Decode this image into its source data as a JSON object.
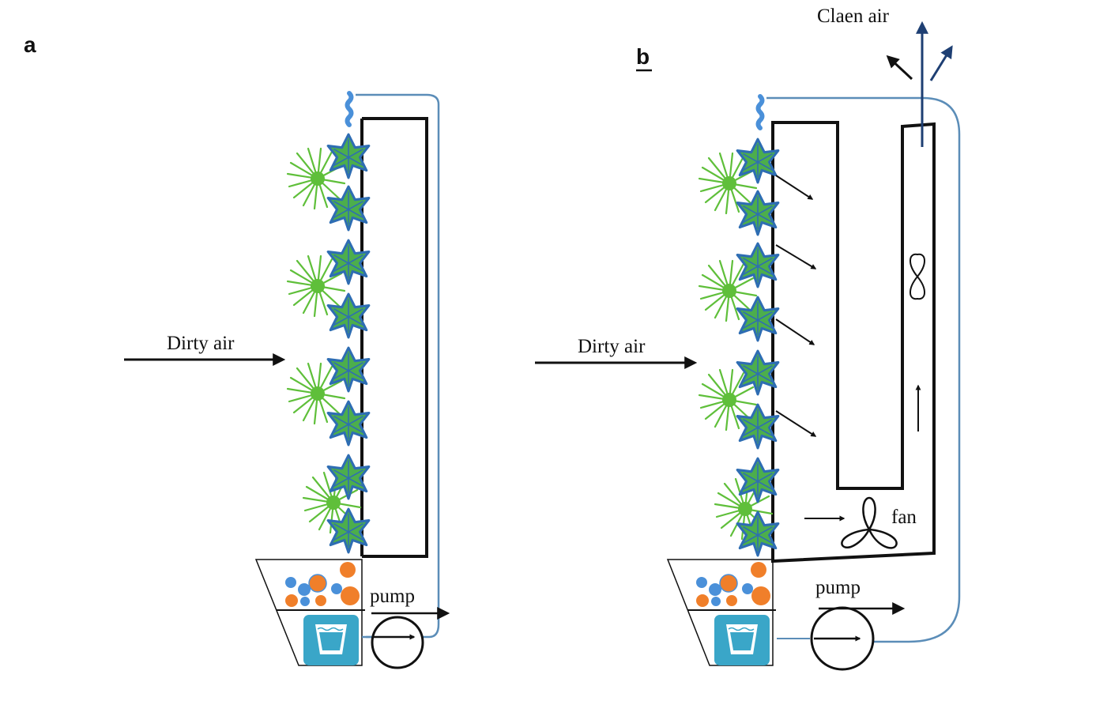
{
  "panels": {
    "a": {
      "letter": "a",
      "inlet_label": "Dirty air",
      "pump_label": "pump"
    },
    "b": {
      "letter": "b",
      "inlet_label": "Dirty air",
      "outlet_label": "Claen air",
      "fan_label": "fan",
      "pump_label": "pump"
    }
  },
  "icons": [
    "leaf-icon",
    "grass-icon",
    "water-drop-icon",
    "water-tank-icon",
    "pump-icon",
    "fan-icon",
    "pebbles-icon"
  ],
  "colors": {
    "outline": "#111111",
    "pipe": "#5b8db8",
    "leaf_fill": "#4cae4c",
    "leaf_edge": "#2e6db3",
    "grass": "#5fbf3a",
    "pebble_orange": "#f07f2a",
    "pebble_blue": "#4a90d9",
    "tank_fill": "#3aa6c8",
    "air_arrow": "#1e3f73"
  }
}
